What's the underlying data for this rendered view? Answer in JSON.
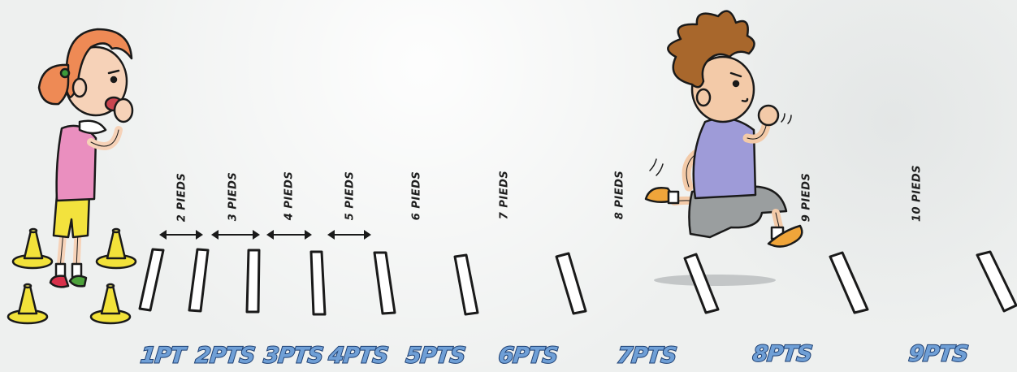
{
  "distances": [
    "2 PIEDS",
    "3 PIEDS",
    "4 PIEDS",
    "5 PIEDS",
    "6 PIEDS",
    "7 PIEDS",
    "8 PIEDS",
    "9 PIEDS",
    "10 PIEDS"
  ],
  "points": [
    "1PT",
    "2PTS",
    "3PTS",
    "4PTS",
    "5PTS",
    "6PTS",
    "7PTS",
    "8PTS",
    "9PTS"
  ],
  "colors": {
    "points_fill": "#6f9fd6",
    "points_outline": "#1d3f72",
    "cone": "#f2e23a",
    "background": "#eef0ef"
  },
  "illustrations": [
    "girl-calling-icon",
    "running-boy-icon",
    "cone-icon",
    "floor-marker-icon"
  ]
}
